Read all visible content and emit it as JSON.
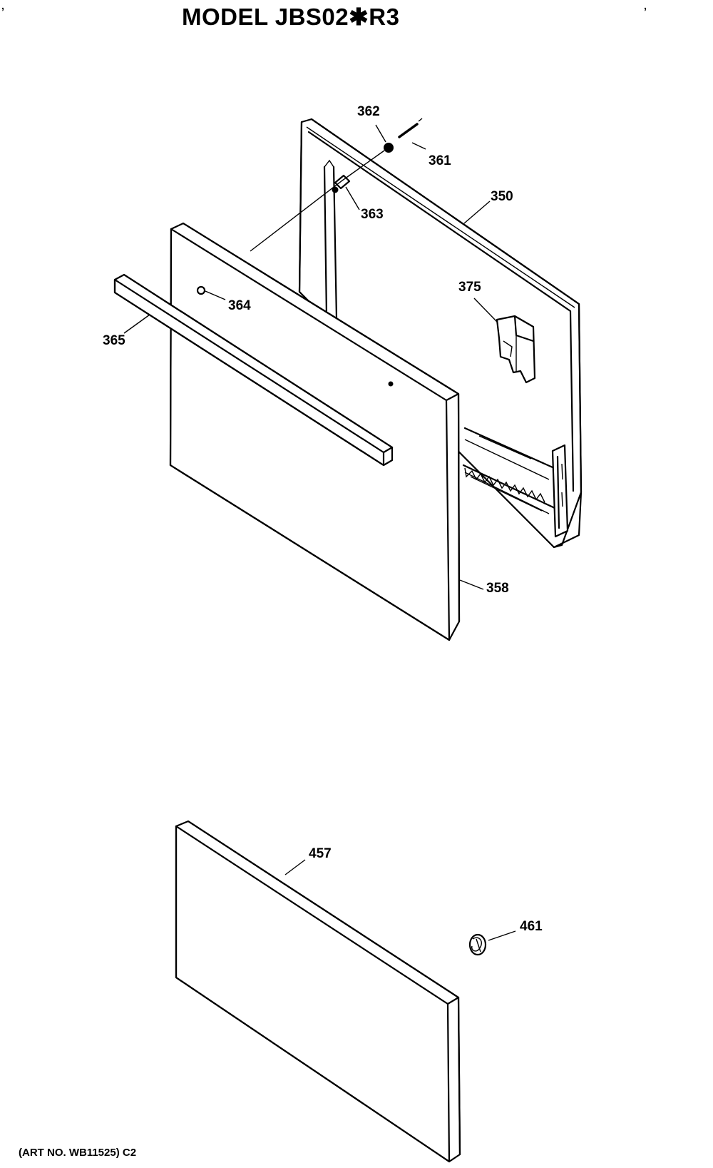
{
  "title": "MODEL JBS02✱R3",
  "corner_marks": {
    "left": ",",
    "right": ","
  },
  "callouts": {
    "p362": "362",
    "p361": "361",
    "p363": "363",
    "p350": "350",
    "p375": "375",
    "p364": "364",
    "p365": "365",
    "p358": "358",
    "p457": "457",
    "p461": "461"
  },
  "footer": "(ART NO. WB11525) C2"
}
